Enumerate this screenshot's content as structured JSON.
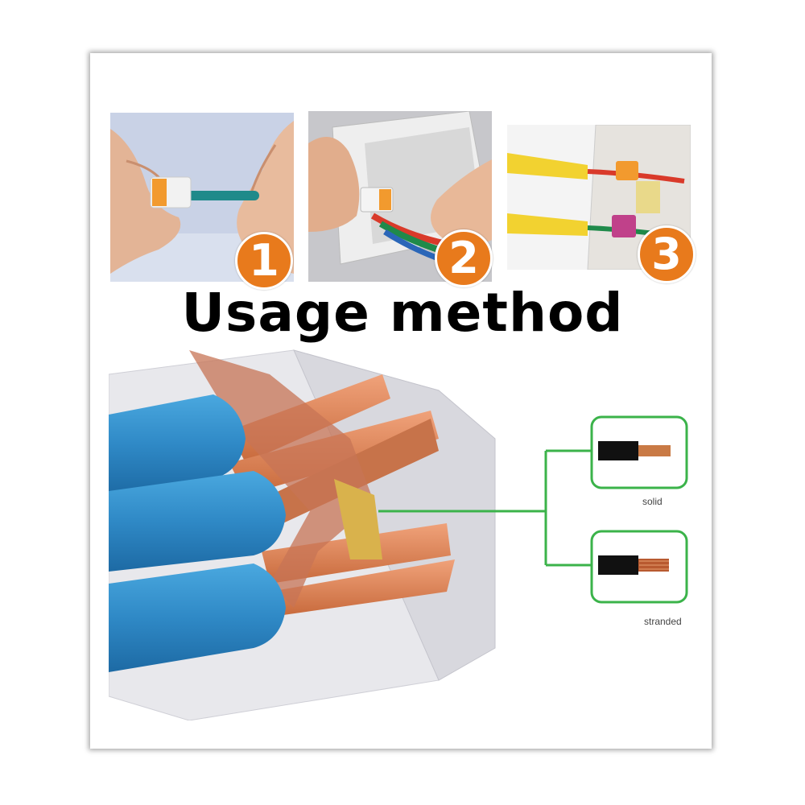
{
  "title": "Usage method",
  "steps": [
    {
      "number": "1"
    },
    {
      "number": "2"
    },
    {
      "number": "3"
    }
  ],
  "wire_types": {
    "solid": "solid",
    "stranded": "stranded"
  },
  "colors": {
    "step_badge": "#e87a1c",
    "callout_line": "#3bb34a",
    "insulation": "#2f89c6",
    "copper": "#d67a4c"
  },
  "icons": [
    "hand-icon",
    "wire-icon",
    "connector-icon"
  ]
}
